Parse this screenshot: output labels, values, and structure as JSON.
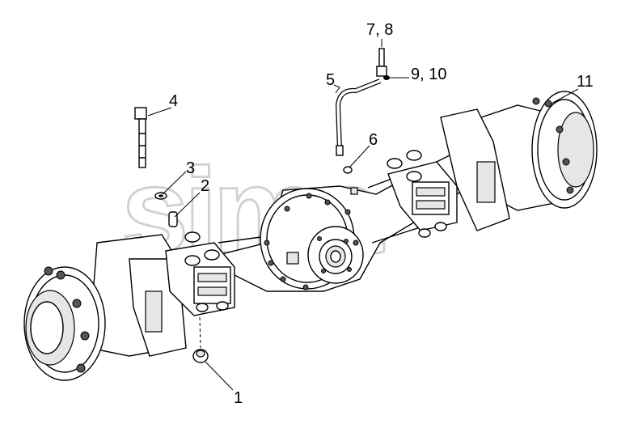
{
  "callouts": {
    "c1": "1",
    "c2": "2",
    "c3": "3",
    "c4": "4",
    "c5": "5",
    "c6": "6",
    "c7_8": "7, 8",
    "c9_10": "9, 10",
    "c11": "11"
  },
  "watermark": {
    "text": "sima"
  }
}
